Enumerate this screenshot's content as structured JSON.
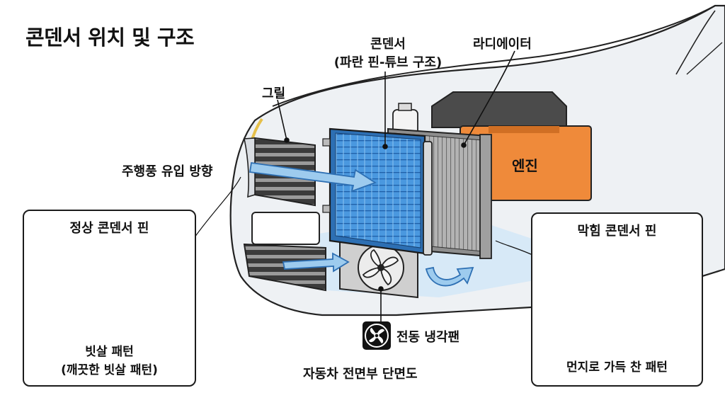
{
  "title": "콘덴서 위치 및 구조",
  "labels": {
    "condenser": "콘덴서",
    "condenser_sub": "(파란 핀-튜브 구조)",
    "radiator": "라디에이터",
    "grille": "그릴",
    "airflow": "주행풍 유입 방향",
    "engine": "엔진",
    "fan": "전동 냉각팬",
    "caption": "자동차 전면부 단면도"
  },
  "panels": {
    "normal": {
      "title": "정상 콘덴서 핀",
      "sub1": "빗살 패턴",
      "sub2": "(깨끗한 빗살 패턴)"
    },
    "clogged": {
      "title": "막힘 콘덴서 핀",
      "sub1": "먼지로 가득 찬 패턴"
    }
  },
  "colors": {
    "condenser_blue": "#3f8fd9",
    "radiator_gray": "#a9a9a9",
    "engine_orange": "#ef8a3a",
    "airflow_blue": "#8fc3ec",
    "dirt_brown": "#8a8170"
  },
  "icons": [
    "fan-icon"
  ]
}
